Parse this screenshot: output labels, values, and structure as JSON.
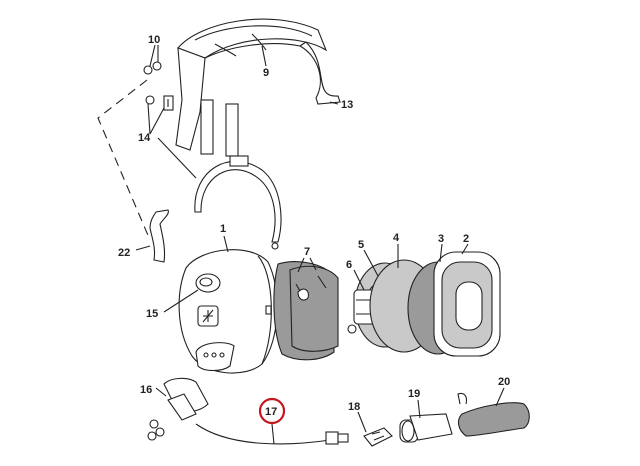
{
  "callouts": {
    "c1": "1",
    "c2": "2",
    "c3": "3",
    "c4": "4",
    "c5": "5",
    "c6": "6",
    "c7": "7",
    "c9": "9",
    "c10": "10",
    "c13": "13",
    "c14": "14",
    "c15": "15",
    "c16": "16",
    "c17": "17",
    "c18": "18",
    "c19": "19",
    "c20": "20",
    "c22": "22"
  },
  "highlighted_callout": "17",
  "colors": {
    "highlight_ring": "#c4161c",
    "line": "#222222",
    "cushion_grey": "#9a9a9a"
  }
}
